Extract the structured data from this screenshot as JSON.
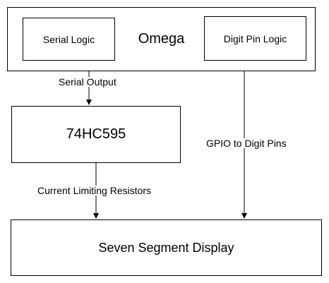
{
  "omega": {
    "title": "Omega",
    "serial_logic": "Serial Logic",
    "digit_pin_logic": "Digit Pin Logic"
  },
  "shift_register": {
    "title": "74HC595"
  },
  "display": {
    "title": "Seven Segment Display"
  },
  "connections": {
    "serial_output": "Serial Output",
    "current_limiting": "Current Limiting Resistors",
    "gpio_digit": "GPIO to Digit Pins"
  },
  "colors": {
    "stroke": "#000000",
    "background": "#ffffff"
  }
}
